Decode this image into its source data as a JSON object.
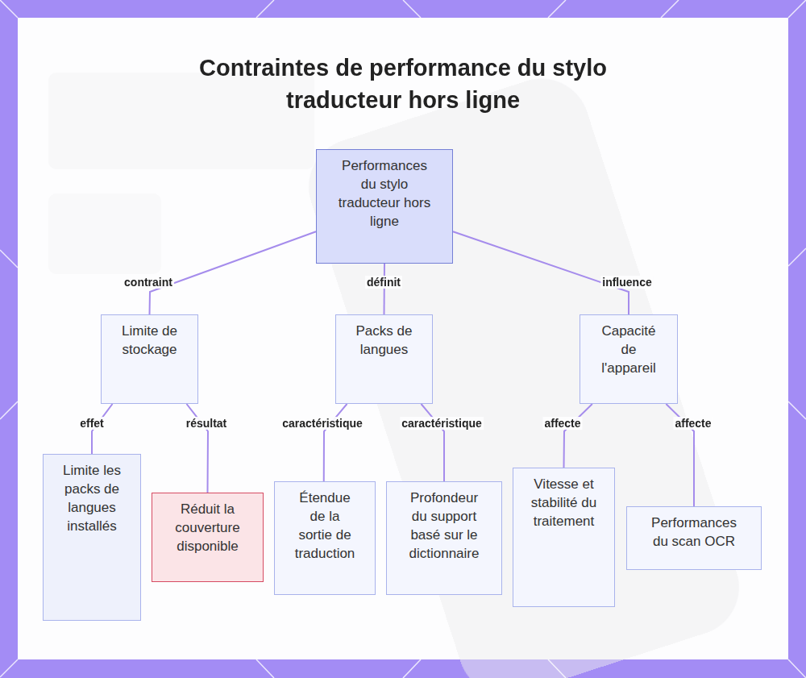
{
  "diagram": {
    "title": "Contraintes de performance du stylo traducteur hors ligne",
    "nodes": [
      {
        "text": [
          "Performances du stylo traducteur hors ligne"
        ]
      },
      {
        "text": [
          "Limite de stockage"
        ]
      },
      {
        "text": [
          "Packs de langues"
        ]
      },
      {
        "text": [
          "Capacité de l'appareil"
        ]
      },
      {
        "text": [
          "Limite les packs de langues installés"
        ]
      },
      {
        "text": [
          "Réduit la couverture disponible"
        ]
      },
      {
        "text": [
          "Étendue de la sortie de traduction"
        ]
      },
      {
        "text": [
          "Profondeur du support basé sur le dictionnaire"
        ]
      },
      {
        "text": [
          "Vitesse et stabilité du traitement"
        ]
      },
      {
        "text": [
          "Performances du scan OCR"
        ]
      }
    ],
    "edges": [
      {
        "from": 0,
        "to": 1,
        "label": "contraint",
        "arrow": "none"
      },
      {
        "from": 0,
        "to": 2,
        "label": "définit",
        "arrow": "none"
      },
      {
        "from": 0,
        "to": 3,
        "label": "influence",
        "arrow": "none"
      },
      {
        "from": 1,
        "to": 4,
        "label": "effet",
        "arrow": "none"
      },
      {
        "from": 1,
        "to": 5,
        "label": "résultat",
        "arrow": "none"
      },
      {
        "from": 2,
        "to": 6,
        "label": "caractéristique",
        "arrow": "none"
      },
      {
        "from": 2,
        "to": 7,
        "label": "caractéristique",
        "arrow": "none"
      },
      {
        "from": 3,
        "to": 8,
        "label": "affecte",
        "arrow": "none"
      },
      {
        "from": 3,
        "to": 9,
        "label": "affecte",
        "arrow": "none"
      }
    ]
  }
}
